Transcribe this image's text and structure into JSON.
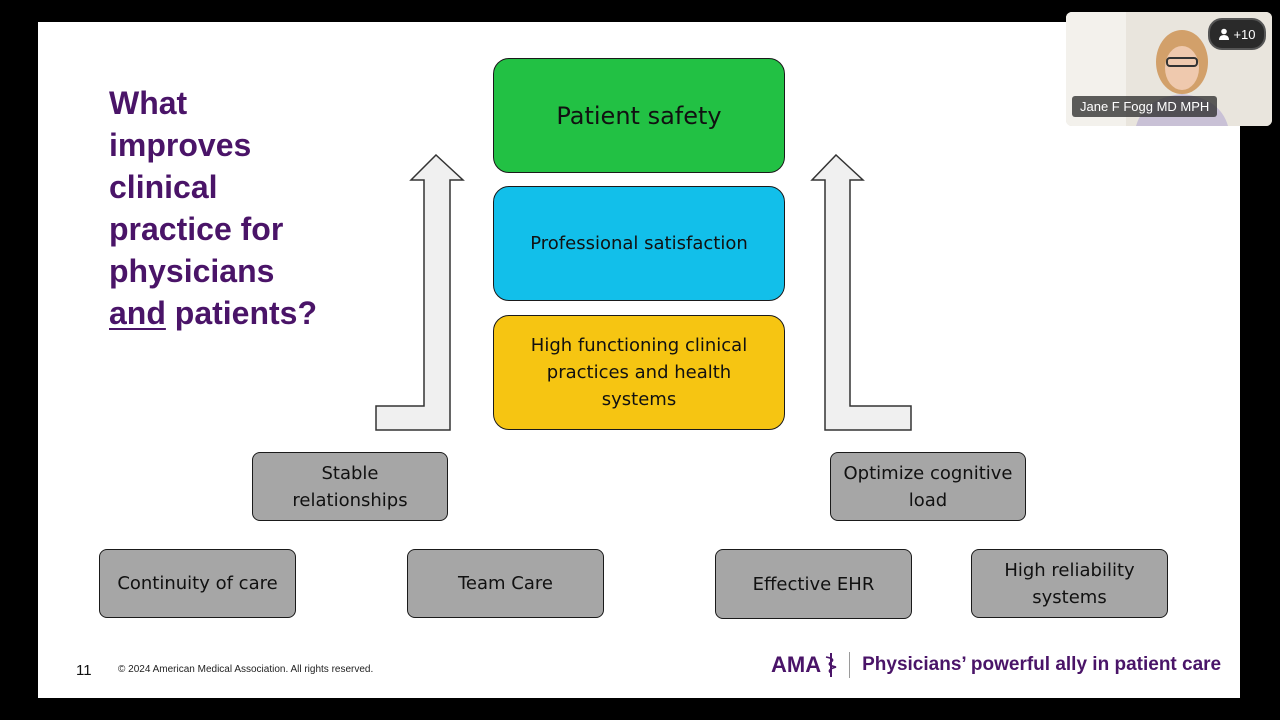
{
  "slide": {
    "title_lines": [
      "What",
      "improves",
      "clinical",
      "practice for",
      "physicians"
    ],
    "title_last_underlined": "and",
    "title_last_rest": " patients?",
    "stack": [
      {
        "label": "Patient safety",
        "color": "#22c144"
      },
      {
        "label": "Professional satisfaction",
        "color": "#12bfea"
      },
      {
        "label": "High functioning clinical practices and health systems",
        "color": "#f6c512"
      }
    ],
    "mid_left": "Stable relationships",
    "mid_right": "Optimize cognitive load",
    "bottom": [
      "Continuity of care",
      "Team Care",
      "Effective EHR",
      "High reliability systems"
    ],
    "page_number": "11",
    "copyright": "© 2024 American Medical Association. All rights reserved.",
    "brand": "AMA",
    "tagline": "Physicians’ powerful ally in patient care"
  },
  "video": {
    "participant_name": "Jane F Fogg MD MPH",
    "participant_count": "+10",
    "icons": [
      "person-icon"
    ]
  }
}
